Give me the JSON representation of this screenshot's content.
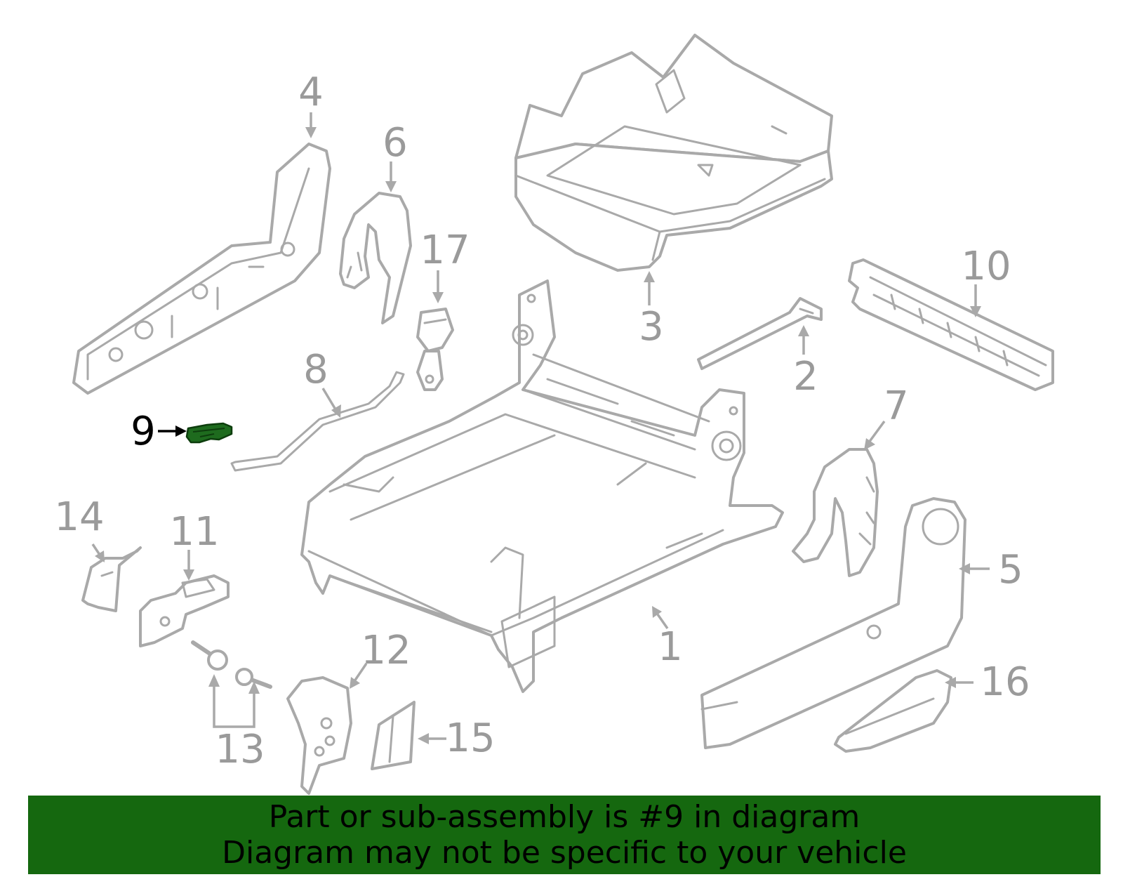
{
  "colors": {
    "line": "#a9a9a9",
    "label": "#9a9a9a",
    "highlight": "#1e6b1e",
    "banner": "#15680f"
  },
  "callouts": {
    "c1": "1",
    "c2": "2",
    "c3": "3",
    "c4": "4",
    "c5": "5",
    "c6": "6",
    "c7": "7",
    "c8": "8",
    "c9": "9",
    "c10": "10",
    "c11": "11",
    "c12": "12",
    "c13": "13",
    "c14": "14",
    "c15": "15",
    "c16": "16",
    "c17": "17"
  },
  "highlighted_part": "9",
  "banner": {
    "line1": "Part or sub-assembly is #9 in diagram",
    "line2": "Diagram may not be specific to your vehicle"
  }
}
